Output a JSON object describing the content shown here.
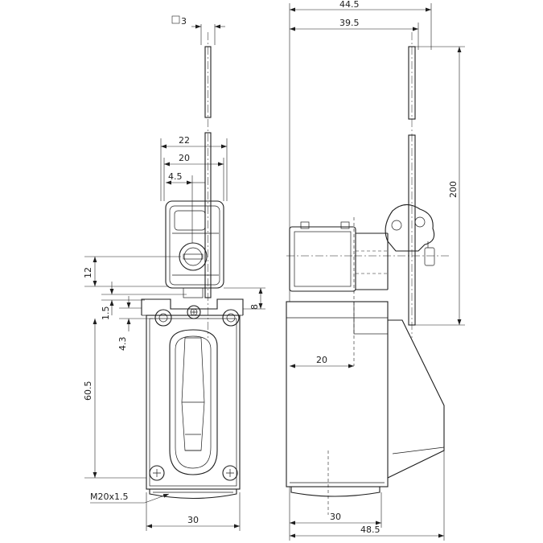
{
  "drawing": {
    "front_view": {
      "dim_rod_square": "3",
      "dim_width_22": "22",
      "dim_width_20": "20",
      "dim_offset_4_5": "4.5",
      "dim_height_12": "12",
      "dim_height_1_5": "1.5",
      "dim_height_8": "8",
      "dim_height_4_3": "4.3",
      "dim_height_60_5": "60.5",
      "dim_base_30": "30",
      "thread_label": "M20x1.5"
    },
    "side_view": {
      "dim_top_44_5": "44.5",
      "dim_top_39_5": "39.5",
      "dim_rod_200": "200",
      "dim_inner_20": "20",
      "dim_base_30": "30",
      "dim_total_48_5": "48.5"
    }
  }
}
